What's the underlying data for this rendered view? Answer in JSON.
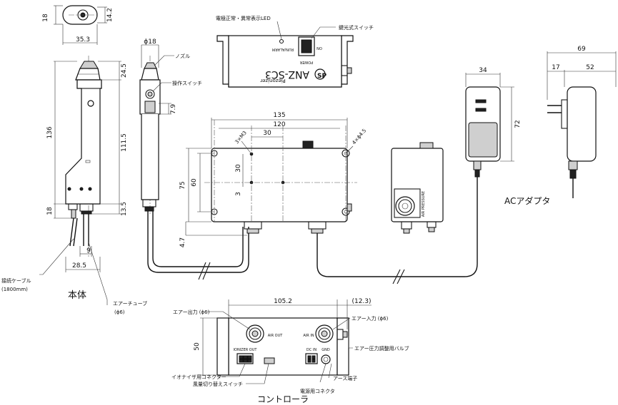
{
  "dims": {
    "d18_top": "18",
    "d14_2": "14.2",
    "d35_3": "35.3",
    "d24_5": "24.5",
    "d136": "136",
    "d111_5": "111.5",
    "d18_bottom": "18",
    "d13_5": "13.5",
    "d9": "9",
    "d28_5": "28.5",
    "phi18": "ϕ18",
    "d7_9": "7.9",
    "d135": "135",
    "d120": "120",
    "d30": "30",
    "d3xM3": "3×M3",
    "d4xphi4_5": "4×ϕ4.5",
    "d30v": "30",
    "d75": "75",
    "d60": "60",
    "d3": "3",
    "d4_7": "4.7",
    "d34": "34",
    "d72": "72",
    "d69": "69",
    "d17": "17",
    "d52": "52",
    "d105_2": "105.2",
    "d12_3": "(12.3)",
    "d50": "50"
  },
  "labels": {
    "led": "電極正常・異常表示LED",
    "power_switch": "鍵光式スイッチ",
    "nozzle": "ノズル",
    "op_switch": "操作スイッチ",
    "cable": "接続ケーブル",
    "cable_len": "(1800mm)",
    "body": "本体",
    "air_tube": "エアーチューブ",
    "air_tube_dia": "(ϕ6)",
    "ac_adapter": "ACアダプタ",
    "air_out": "エアー出力 (ϕ6)",
    "air_in": "エアー入力 (ϕ6)",
    "valve": "エアー圧力調整用バルブ",
    "ground": "アース端子",
    "ionizer_conn": "イオナイザ用コネクター",
    "dc_switch": "風量切り替えスイッチ",
    "power_conn": "電源用コネクタ",
    "controller": "コントローラ"
  },
  "panel": {
    "model": "ANZ-SC3",
    "brand": "Piezonizer",
    "run_alarm": "RUN/ALARM",
    "power": "POWER",
    "on": "ON",
    "air_out": "AIR OUT",
    "air_in": "AIR IN",
    "ionizer_out": "IONIZER OUT",
    "dc_in": "DC IN",
    "gnd": "GND",
    "air_pressure": "AIR PRESSURE"
  }
}
